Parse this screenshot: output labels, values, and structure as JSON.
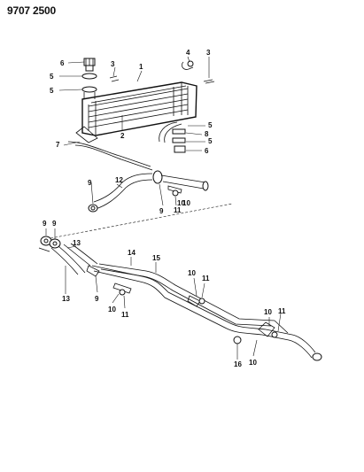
{
  "header": {
    "part_code": "9707 2500"
  },
  "callouts": [
    "1",
    "2",
    "3",
    "3",
    "4",
    "5",
    "5",
    "5",
    "5",
    "6",
    "6",
    "7",
    "8",
    "9",
    "9",
    "9",
    "9",
    "9",
    "10",
    "10",
    "10",
    "10",
    "10",
    "10",
    "11",
    "11",
    "11",
    "11",
    "12",
    "13",
    "13",
    "14",
    "15",
    "16"
  ]
}
